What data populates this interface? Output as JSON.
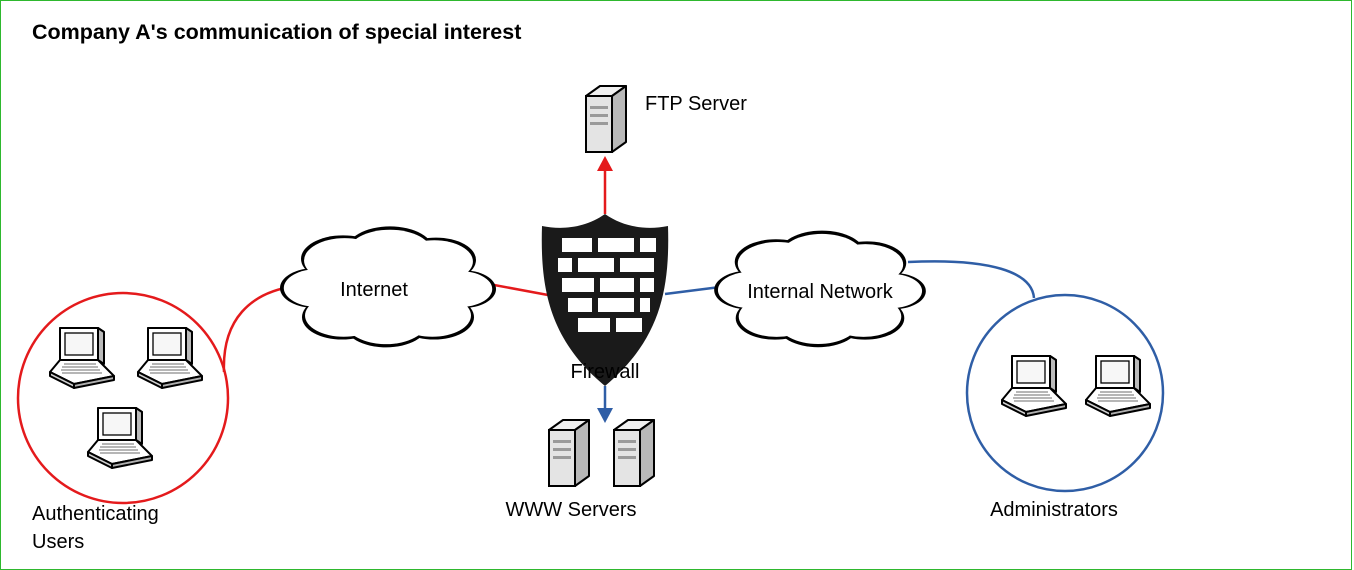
{
  "title": "Company A's communication of special interest",
  "nodes": {
    "ftp_server": "FTP Server",
    "internet": "Internet",
    "firewall": "Firewall",
    "internal_network": "Internal Network",
    "www_servers": "WWW Servers",
    "authenticating_users_line1": "Authenticating",
    "authenticating_users_line2": "Users",
    "administrators": "Administrators"
  },
  "colors": {
    "frame": "#2eb82e",
    "untrusted_link": "#e41a1c",
    "trusted_link": "#2f5ea6",
    "firewall_shield": "#1a1a1a"
  },
  "icons": [
    "cloud-icon",
    "firewall-shield-icon",
    "server-icon",
    "laptop-icon"
  ]
}
